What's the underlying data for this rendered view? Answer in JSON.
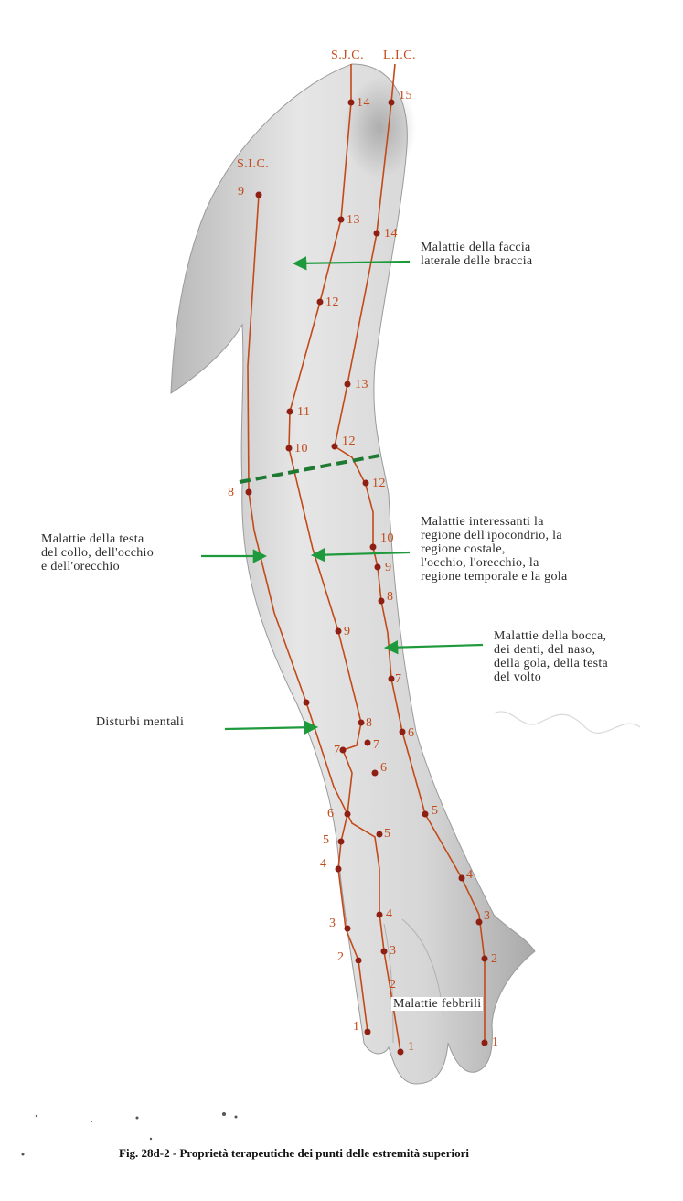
{
  "meridians": [
    {
      "id": "sjc_top",
      "label": "S.J.C."
    },
    {
      "id": "ljc_top",
      "label": "L.I.C."
    },
    {
      "id": "sic",
      "label": "S.I.C."
    }
  ],
  "annotations": [
    {
      "id": "lateral",
      "text": "Malattie della faccia\nlaterale delle braccia"
    },
    {
      "id": "hypochondrium",
      "text": "Malattie interessanti la\nregione dell'ipocondrio, la\nregione costale,\nl'occhio, l'orecchio, la\nregione temporale e la gola"
    },
    {
      "id": "head",
      "text": "Malattie della testa\ndel collo, dell'occhio\ne dell'orecchio"
    },
    {
      "id": "mouth",
      "text": "Malattie della bocca,\ndei denti, del naso,\ndella gola, della testa\ndel volto"
    },
    {
      "id": "mental",
      "text": "Disturbi  mentali"
    },
    {
      "id": "fever",
      "text": "Malattie  febbrili"
    }
  ],
  "point_numbers": {
    "sjc": [
      "14",
      "13",
      "12",
      "11",
      "10",
      "9",
      "8",
      "7",
      "6",
      "5",
      "4",
      "3",
      "2",
      "1"
    ],
    "lic": [
      "15",
      "14",
      "13",
      "12",
      "12",
      "10",
      "9",
      "8",
      "7",
      "6",
      "5",
      "4",
      "3",
      "2",
      "1"
    ],
    "sic": [
      "9",
      "8",
      "7",
      "6",
      "5",
      "4",
      "3",
      "2",
      "1"
    ]
  },
  "caption": "Fig. 28d-2 - Proprietà terapeutiche dei punti delle estremità superiori",
  "colors": {
    "meridian_line": "#c24a19",
    "point": "#8e1f12",
    "arrow": "#1e9a3c",
    "skin_light": "#eaeaea",
    "skin_dark": "#bdbdbd"
  }
}
